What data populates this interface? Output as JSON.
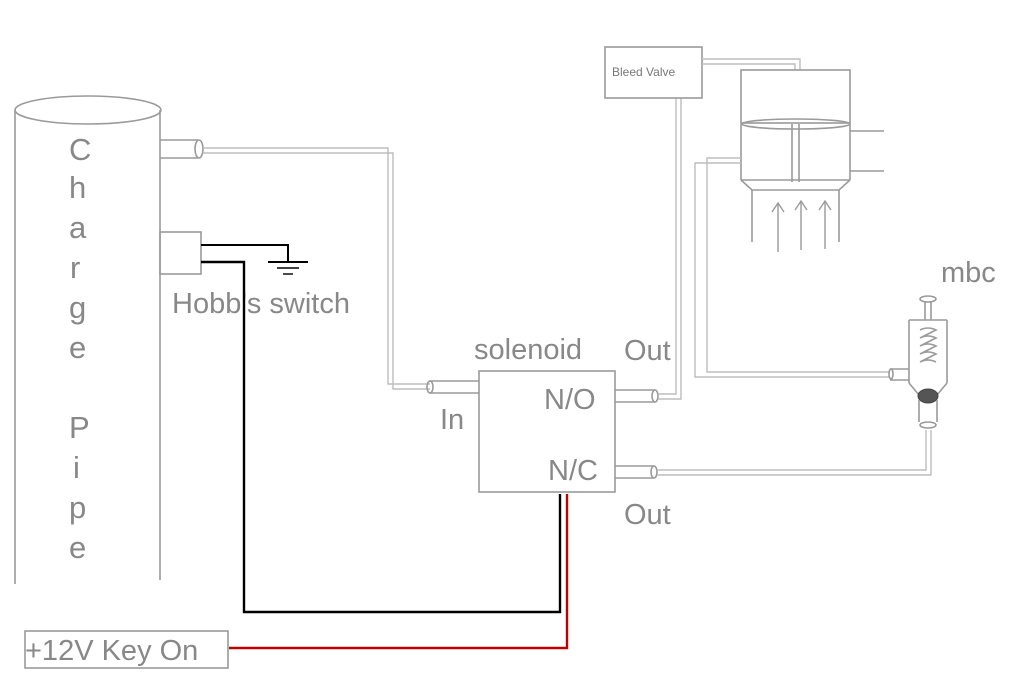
{
  "labels": {
    "charge_pipe_letters": [
      "C",
      "h",
      "a",
      "r",
      "g",
      "e",
      "",
      "P",
      "i",
      "p",
      "e"
    ],
    "hobbs_switch": "Hobb's switch",
    "solenoid": "solenoid",
    "in": "In",
    "no": "N/O",
    "nc": "N/C",
    "out_top": "Out",
    "out_bottom": "Out",
    "bleed_valve": "Bleed Valve",
    "mbc": "mbc",
    "power": "+12V Key On"
  },
  "colors": {
    "ground_wire": "#000000",
    "power_wire": "#c00000",
    "pipe_line": "#bdbdbd",
    "outline": "#9a9a9a",
    "text": "#888888"
  }
}
